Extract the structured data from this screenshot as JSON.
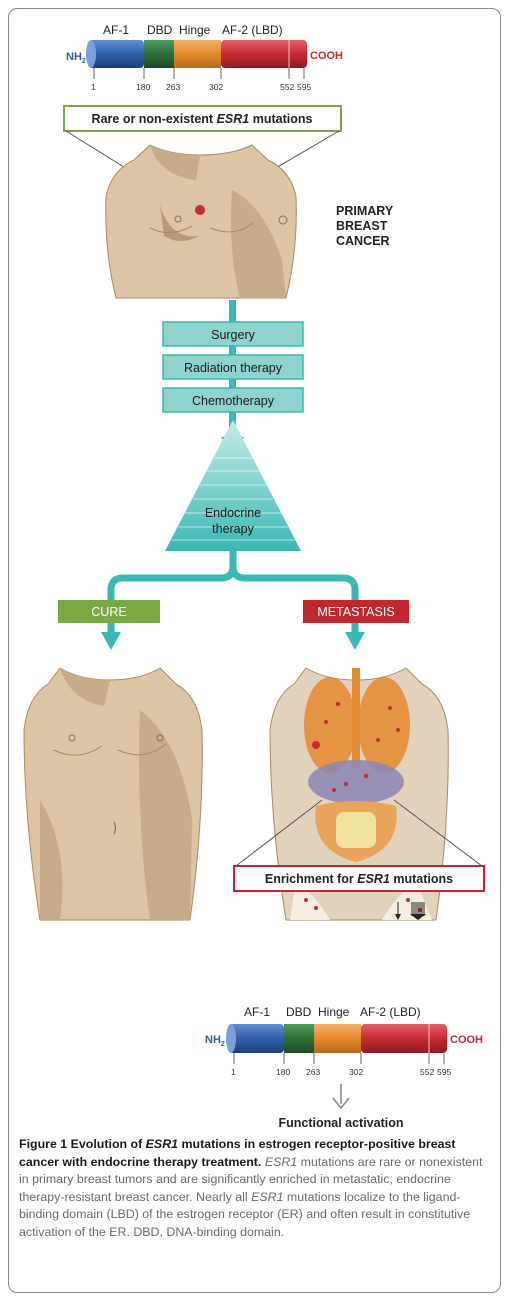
{
  "protein_top": {
    "nh2": "NH",
    "nh2_sub": "2",
    "cooh": "COOH",
    "domains": [
      "AF-1",
      "DBD",
      "Hinge",
      "AF-2 (LBD)"
    ],
    "ticks": [
      "1",
      "180",
      "263",
      "302",
      "552",
      "595"
    ]
  },
  "protein_bottom": {
    "nh2": "NH",
    "nh2_sub": "2",
    "cooh": "COOH",
    "domains": [
      "AF-1",
      "DBD",
      "Hinge",
      "AF-2 (LBD)"
    ],
    "ticks": [
      "1",
      "180",
      "263",
      "302",
      "552",
      "595"
    ]
  },
  "box_rare": {
    "pre": "Rare or non-existent ",
    "gene": "ESR1",
    "post": " mutations"
  },
  "primary": [
    "PRIMARY",
    "BREAST",
    "CANCER"
  ],
  "treatments": [
    "Surgery",
    "Radiation therapy",
    "Chemotherapy"
  ],
  "endocrine": [
    "Endocrine",
    "therapy"
  ],
  "outcomes": {
    "cure": "CURE",
    "metastasis": "METASTASIS"
  },
  "box_enrich": {
    "pre": "Enrichment for ",
    "gene": "ESR1",
    "post": " mutations"
  },
  "functional": "Functional activation",
  "caption": {
    "label": "Figure 1",
    "title_pre": " Evolution of ",
    "title_gene": "ESR1",
    "title_post": " mutations in estrogen receptor-positive breast cancer with endocrine therapy treatment.",
    "gene1": "ESR1",
    "text1": " mutations are rare or nonexistent in primary breast tumors and are significantly enriched in metastatic, endocrine therapy-resistant breast cancer. Nearly all ",
    "gene2": "ESR1",
    "text2": " mutations localize to the ligand-binding domain (LBD) of the estrogen receptor (ER) and often result in constitutive activation of the ER. DBD, DNA-binding domain."
  },
  "colors": {
    "af1": "#2f5ea8",
    "dbd": "#2d6e3a",
    "hinge": "#e48a2e",
    "lbd": "#c62a33",
    "teal": "#3bb8b4",
    "teal_light": "#8fd3ce",
    "green": "#7aa844",
    "red": "#c0282f",
    "skin": "#dcc4a4",
    "skin_dark": "#b99a78"
  }
}
